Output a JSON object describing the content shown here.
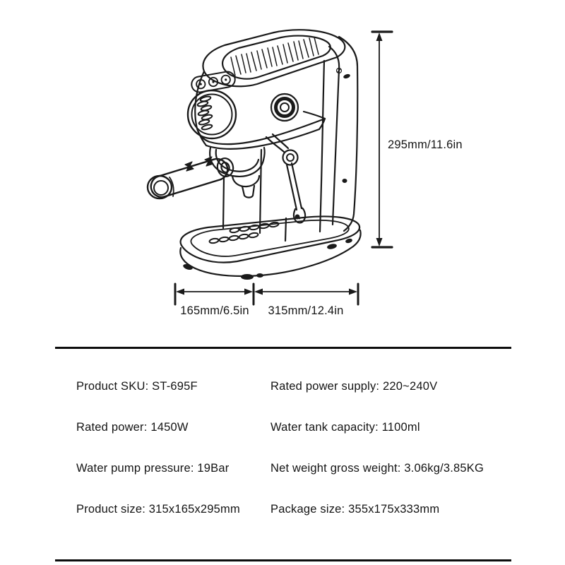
{
  "colors": {
    "ink": "#1a1a1a",
    "background": "#ffffff",
    "divider": "#0d0d0d"
  },
  "diagram": {
    "height_label": "295mm/11.6in",
    "depth_label": "165mm/6.5in",
    "width_label": "315mm/12.4in"
  },
  "specs": {
    "rows": [
      {
        "left": "Product SKU: ST-695F",
        "right": "Rated power supply: 220~240V"
      },
      {
        "left": "Rated power: 1450W",
        "right": "Water tank capacity: 1100ml"
      },
      {
        "left": "Water pump pressure: 19Bar",
        "right": "Net weight gross weight: 3.06kg/3.85KG"
      },
      {
        "left": "Product size: 315x165x295mm",
        "right": "Package size: 355x175x333mm"
      }
    ]
  }
}
